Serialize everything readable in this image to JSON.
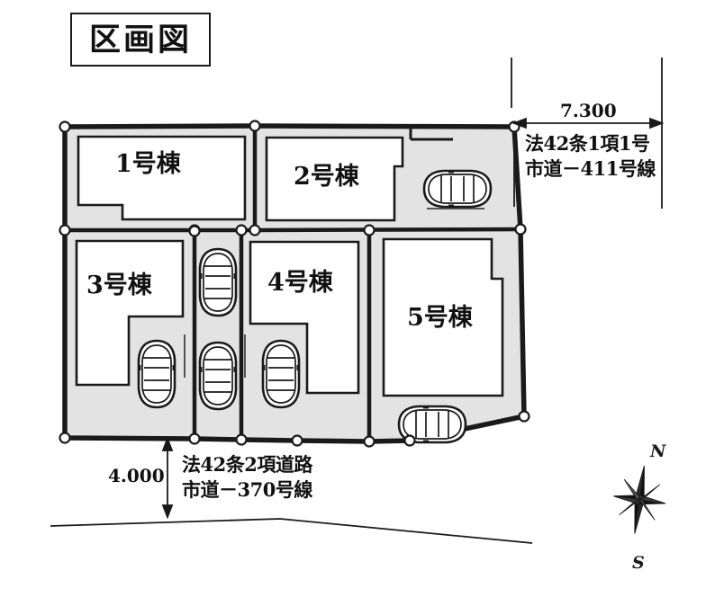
{
  "document": {
    "title": "区画図",
    "type": "real-estate-plot-plan"
  },
  "lots": [
    {
      "id": "lot-1",
      "label": "1号棟"
    },
    {
      "id": "lot-2",
      "label": "2号棟"
    },
    {
      "id": "lot-3",
      "label": "3号棟"
    },
    {
      "id": "lot-4",
      "label": "4号棟"
    },
    {
      "id": "lot-5",
      "label": "5号棟"
    }
  ],
  "dimensions": {
    "east_road_width": "7.300",
    "south_road_width": "4.000"
  },
  "roads": {
    "east": {
      "designation": "法42条1項1号",
      "name": "市道－411号線"
    },
    "south": {
      "designation": "法42条2項道路",
      "name": "市道－370号線"
    }
  },
  "compass": {
    "north_label": "N",
    "south_label": "S"
  },
  "colors": {
    "lot_fill": "#e3e3e3",
    "building_fill": "#ffffff",
    "outline": "#1a1a1a",
    "page_background": "#ffffff"
  },
  "icons": {
    "car": "car-top-view-icon",
    "compass": "compass-rose-icon",
    "vertex": "boundary-vertex-marker"
  },
  "parking_spaces": [
    {
      "lot": "2号棟",
      "orientation": "horizontal",
      "count": 1
    },
    {
      "lot": "3号棟",
      "orientation": "vertical",
      "count": 3
    },
    {
      "lot": "4号棟",
      "orientation": "vertical",
      "count": 1
    },
    {
      "lot": "5号棟",
      "orientation": "horizontal",
      "count": 1
    }
  ]
}
